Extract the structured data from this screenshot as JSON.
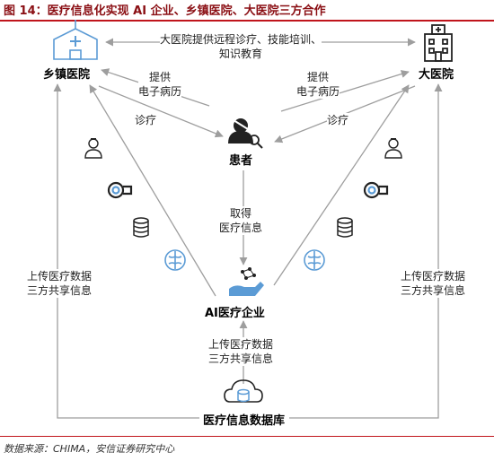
{
  "figure": {
    "title": "图 14：医疗信息化实现 AI 企业、乡镇医院、大医院三方合作",
    "source": "数据来源：CHIMA，安信证券研究中心"
  },
  "nodes": {
    "township_hospital": "乡镇医院",
    "big_hospital": "大医院",
    "patient": "患者",
    "ai_company": "AI医疗企业",
    "database": "医疗信息数据库"
  },
  "edges": {
    "top": [
      "大医院提供远程诊疗、技能培训、",
      "知识教育"
    ],
    "left_provide": [
      "提供",
      "电子病历"
    ],
    "right_provide": [
      "提供",
      "电子病历"
    ],
    "left_diagnose": "诊疗",
    "right_diagnose": "诊疗",
    "patient_ai": [
      "取得",
      "医疗信息"
    ],
    "left_upload": [
      "上传医疗数据",
      "三方共享信息"
    ],
    "right_upload": [
      "上传医疗数据",
      "三方共享信息"
    ],
    "db_upload": [
      "上传医疗数据",
      "三方共享信息"
    ]
  },
  "colors": {
    "title_red": "#8a0e13",
    "rule_red": "#c0141b",
    "arrow_gray": "#9e9e9e",
    "icon_blue": "#5b9bd5",
    "icon_dark": "#222222"
  }
}
